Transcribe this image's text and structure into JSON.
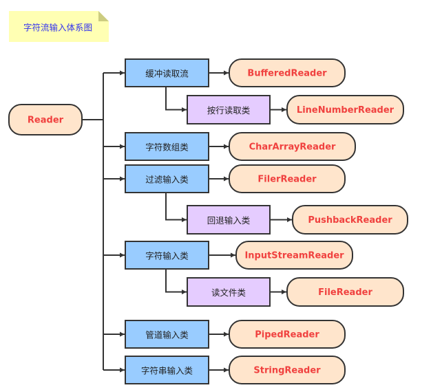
{
  "title": "字符流输入体系图",
  "colors": {
    "note_fill": "#ffffb3",
    "note_fold": "#cccc80",
    "note_text": "#3333ee",
    "category_fill": "#99ccff",
    "subcategory_fill": "#e5ccff",
    "class_fill": "#ffe5cc",
    "class_text": "#f0413f",
    "stroke": "#333333"
  },
  "root": {
    "label": "Reader"
  },
  "categories": [
    {
      "label": "缓冲读取流",
      "class": "BufferedReader",
      "sub": {
        "label": "按行读取类",
        "class": "LineNumberReader"
      }
    },
    {
      "label": "字符数组类",
      "class": "CharArrayReader"
    },
    {
      "label": "过滤输入类",
      "class": "FilerReader",
      "sub": {
        "label": "回退输入类",
        "class": "PushbackReader"
      }
    },
    {
      "label": "字符输入类",
      "class": "InputStreamReader",
      "sub": {
        "label": "读文件类",
        "class": "FileReader"
      }
    },
    {
      "label": "管道输入类",
      "class": "PipedReader"
    },
    {
      "label": "字符串输入类",
      "class": "StringReader"
    }
  ]
}
